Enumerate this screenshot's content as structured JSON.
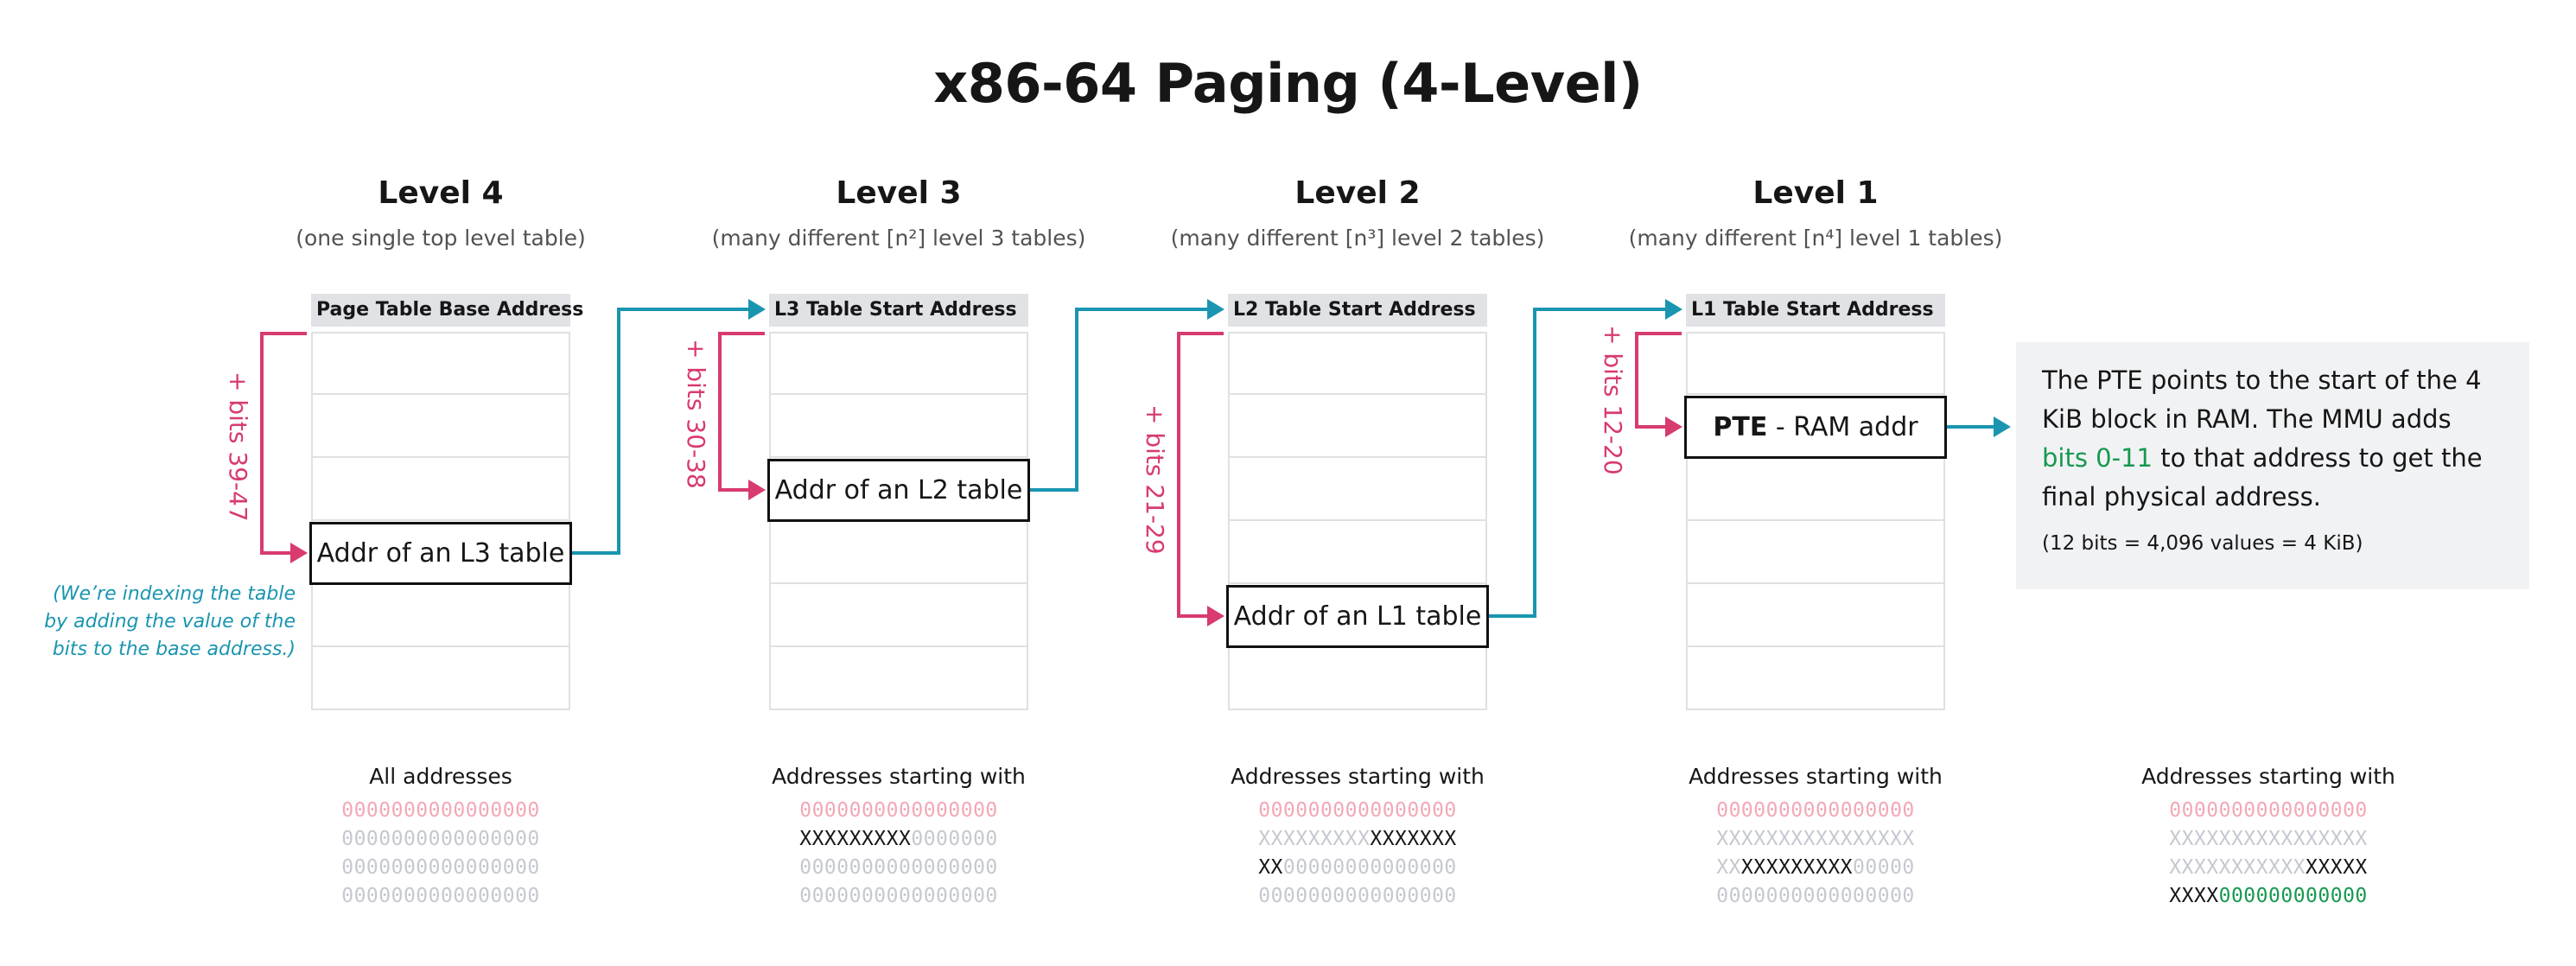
{
  "title": "x86-64 Paging (4-Level)",
  "levels": [
    {
      "name": "Level 4",
      "subtitle": "(one single top level table)",
      "table_header": "Page Table Base Address",
      "entry": "Addr of an L3 table",
      "bits": "+ bits 39-47"
    },
    {
      "name": "Level 3",
      "subtitle": "(many different [n²] level 3 tables)",
      "table_header": "L3 Table Start Address",
      "entry": "Addr of an L2 table",
      "bits": "+ bits 30-38"
    },
    {
      "name": "Level 2",
      "subtitle": "(many different [n³] level 2 tables)",
      "table_header": "L2 Table Start Address",
      "entry": "Addr of an L1 table",
      "bits": "+ bits 21-29"
    },
    {
      "name": "Level 1",
      "subtitle": "(many different [n⁴] level 1 tables)",
      "table_header": "L1 Table Start Address",
      "entry_bold": "PTE",
      "entry_rest": " - RAM addr",
      "bits": "+ bits 12-20"
    }
  ],
  "index_note": {
    "line1": "(We’re indexing the table",
    "line2": "by adding the value of the",
    "line3": "bits to the base address.)"
  },
  "pte_note": {
    "text1": "The PTE points to the start of the 4 KiB block in RAM. The MMU adds ",
    "highlight": "bits 0-11",
    "text2": " to that address to get the final physical address.",
    "small": "(12 bits = 4,096 values = 4 KiB)"
  },
  "address_columns": [
    {
      "title": "All addresses",
      "lines": [
        [
          {
            "t": "0000000000000000",
            "c": "pink"
          }
        ],
        [
          {
            "t": "0000000000000000",
            "c": "gray"
          }
        ],
        [
          {
            "t": "0000000000000000",
            "c": "gray"
          }
        ],
        [
          {
            "t": "0000000000000000",
            "c": "gray"
          }
        ]
      ]
    },
    {
      "title": "Addresses starting with",
      "lines": [
        [
          {
            "t": "0000000000000000",
            "c": "pink"
          }
        ],
        [
          {
            "t": "XXXXXXXXX",
            "c": "black"
          },
          {
            "t": "0000000",
            "c": "gray"
          }
        ],
        [
          {
            "t": "0000000000000000",
            "c": "gray"
          }
        ],
        [
          {
            "t": "0000000000000000",
            "c": "gray"
          }
        ]
      ]
    },
    {
      "title": "Addresses starting with",
      "lines": [
        [
          {
            "t": "0000000000000000",
            "c": "pink"
          }
        ],
        [
          {
            "t": "XXXXXXXXX",
            "c": "gray"
          },
          {
            "t": "XXXXXXX",
            "c": "black"
          }
        ],
        [
          {
            "t": "XX",
            "c": "black"
          },
          {
            "t": "00000000000000",
            "c": "gray"
          }
        ],
        [
          {
            "t": "0000000000000000",
            "c": "gray"
          }
        ]
      ]
    },
    {
      "title": "Addresses starting with",
      "lines": [
        [
          {
            "t": "0000000000000000",
            "c": "pink"
          }
        ],
        [
          {
            "t": "XXXXXXXXXXXXXXXX",
            "c": "gray"
          }
        ],
        [
          {
            "t": "XX",
            "c": "gray"
          },
          {
            "t": "XXXXXXXXX",
            "c": "black"
          },
          {
            "t": "00000",
            "c": "gray"
          }
        ],
        [
          {
            "t": "0000000000000000",
            "c": "gray"
          }
        ]
      ]
    },
    {
      "title": "Addresses starting with",
      "lines": [
        [
          {
            "t": "0000000000000000",
            "c": "pink"
          }
        ],
        [
          {
            "t": "XXXXXXXXXXXXXXXX",
            "c": "gray"
          }
        ],
        [
          {
            "t": "XXXXXXXXXXX",
            "c": "gray"
          },
          {
            "t": "XXXXX",
            "c": "black"
          }
        ],
        [
          {
            "t": "XXXX",
            "c": "black"
          },
          {
            "t": "000000000000",
            "c": "green"
          }
        ]
      ]
    }
  ],
  "colors": {
    "arrow_teal": "#1a95b0",
    "arrow_pink": "#d83b6e",
    "highlight_green": "#16994f"
  }
}
